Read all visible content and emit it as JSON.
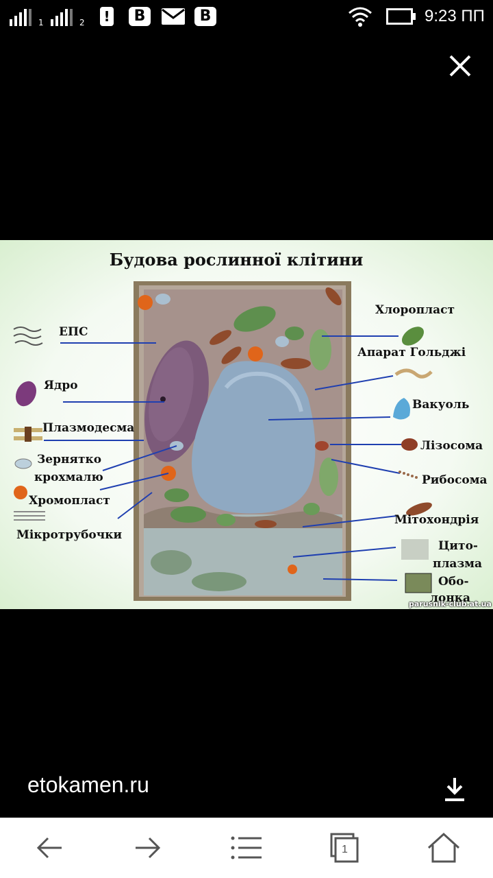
{
  "status_bar": {
    "sim1_label": "1",
    "sim2_label": "2",
    "alert_badge": "!",
    "badge_b1": "B",
    "badge_b2": "B",
    "time": "9:23 ПП"
  },
  "image": {
    "title": "Будова рослинної клітини",
    "left_labels": [
      "ЕПС",
      "Ядро",
      "Плазмодесма",
      "Зернятко",
      "крохмалю",
      "Хромопласт",
      "Мікротрубочки"
    ],
    "right_labels": [
      "Хлоропласт",
      "Апарат Гольджі",
      "Вакуоль",
      "Лізосома",
      "Рибосома",
      "Мітохондрія",
      "Цито-",
      "плазма",
      "Обо-",
      "лонка"
    ],
    "watermark": "parusnik-club.at.ua"
  },
  "source": {
    "site": "etokamen.ru"
  },
  "nav": {
    "tab_count": "1"
  },
  "colors": {
    "background": "#000000",
    "navbar": "#ffffff",
    "nav_icon": "#555555",
    "leader_line": "#1f3fb0"
  }
}
